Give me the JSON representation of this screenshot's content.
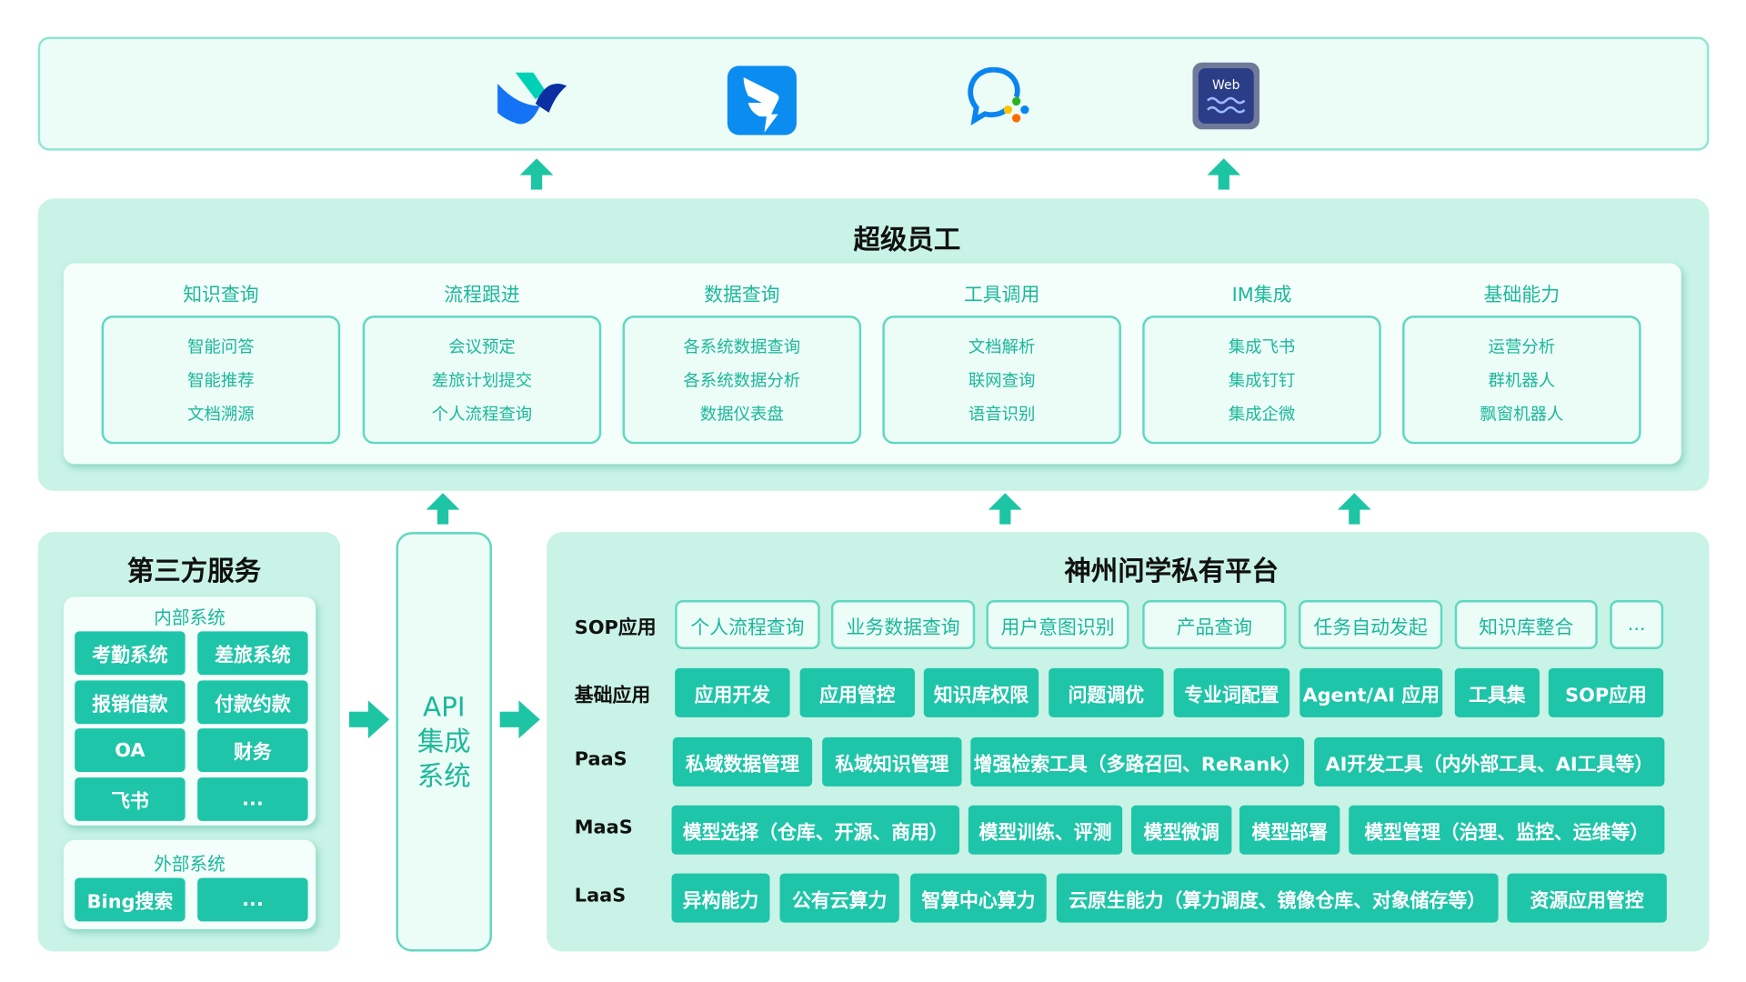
{
  "top_icons": [
    "feishu-icon",
    "dingtalk-icon",
    "wecom-icon",
    "web-icon"
  ],
  "top_icons_text": {
    "web": "Web"
  },
  "super_employee": {
    "title": "超级员工",
    "columns": [
      {
        "header": "知识查询",
        "items": [
          "智能问答",
          "智能推荐",
          "文档溯源"
        ]
      },
      {
        "header": "流程跟进",
        "items": [
          "会议预定",
          "差旅计划提交",
          "个人流程查询"
        ]
      },
      {
        "header": "数据查询",
        "items": [
          "各系统数据查询",
          "各系统数据分析",
          "数据仪表盘"
        ]
      },
      {
        "header": "工具调用",
        "items": [
          "文档解析",
          "联网查询",
          "语音识别"
        ]
      },
      {
        "header": "IM集成",
        "items": [
          "集成飞书",
          "集成钉钉",
          "集成企微"
        ]
      },
      {
        "header": "基础能力",
        "items": [
          "运营分析",
          "群机器人",
          "飘窗机器人"
        ]
      }
    ]
  },
  "third_party": {
    "title": "第三方服务",
    "internal_label": "内部系统",
    "internal": [
      "考勤系统",
      "差旅系统",
      "报销借款",
      "付款约款",
      "OA",
      "财务",
      "飞书",
      "..."
    ],
    "external_label": "外部系统",
    "external": [
      "Bing搜索",
      "..."
    ]
  },
  "api": {
    "lines": [
      "API",
      "集成",
      "系统"
    ]
  },
  "platform": {
    "title": "神州问学私有平台",
    "rows": [
      {
        "label": "SOP应用",
        "style": "outline",
        "items": [
          "个人流程查询",
          "业务数据查询",
          "用户意图识别",
          "产品查询",
          "任务自动发起",
          "知识库整合",
          "..."
        ]
      },
      {
        "label": "基础应用",
        "style": "filled",
        "items": [
          "应用开发",
          "应用管控",
          "知识库权限",
          "问题调优",
          "专业词配置",
          "Agent/AI 应用",
          "工具集",
          "SOP应用"
        ]
      },
      {
        "label": "PaaS",
        "style": "filled",
        "items": [
          "私域数据管理",
          "私域知识管理",
          "增强检索工具（多路召回、ReRank）",
          "AI开发工具（内外部工具、AI工具等）"
        ]
      },
      {
        "label": "MaaS",
        "style": "filled",
        "items": [
          "模型选择（仓库、开源、商用）",
          "模型训练、评测",
          "模型微调",
          "模型部署",
          "模型管理（治理、监控、运维等）"
        ]
      },
      {
        "label": "LaaS",
        "style": "filled",
        "items": [
          "异构能力",
          "公有云算力",
          "智算中心算力",
          "云原生能力（算力调度、镜像仓库、对象储存等）",
          "资源应用管控"
        ]
      }
    ]
  },
  "colors": {
    "accent": "#1ec5a8",
    "panel": "#c8f3e6",
    "light": "#ecfdf8",
    "text_accent": "#1cb89a"
  }
}
